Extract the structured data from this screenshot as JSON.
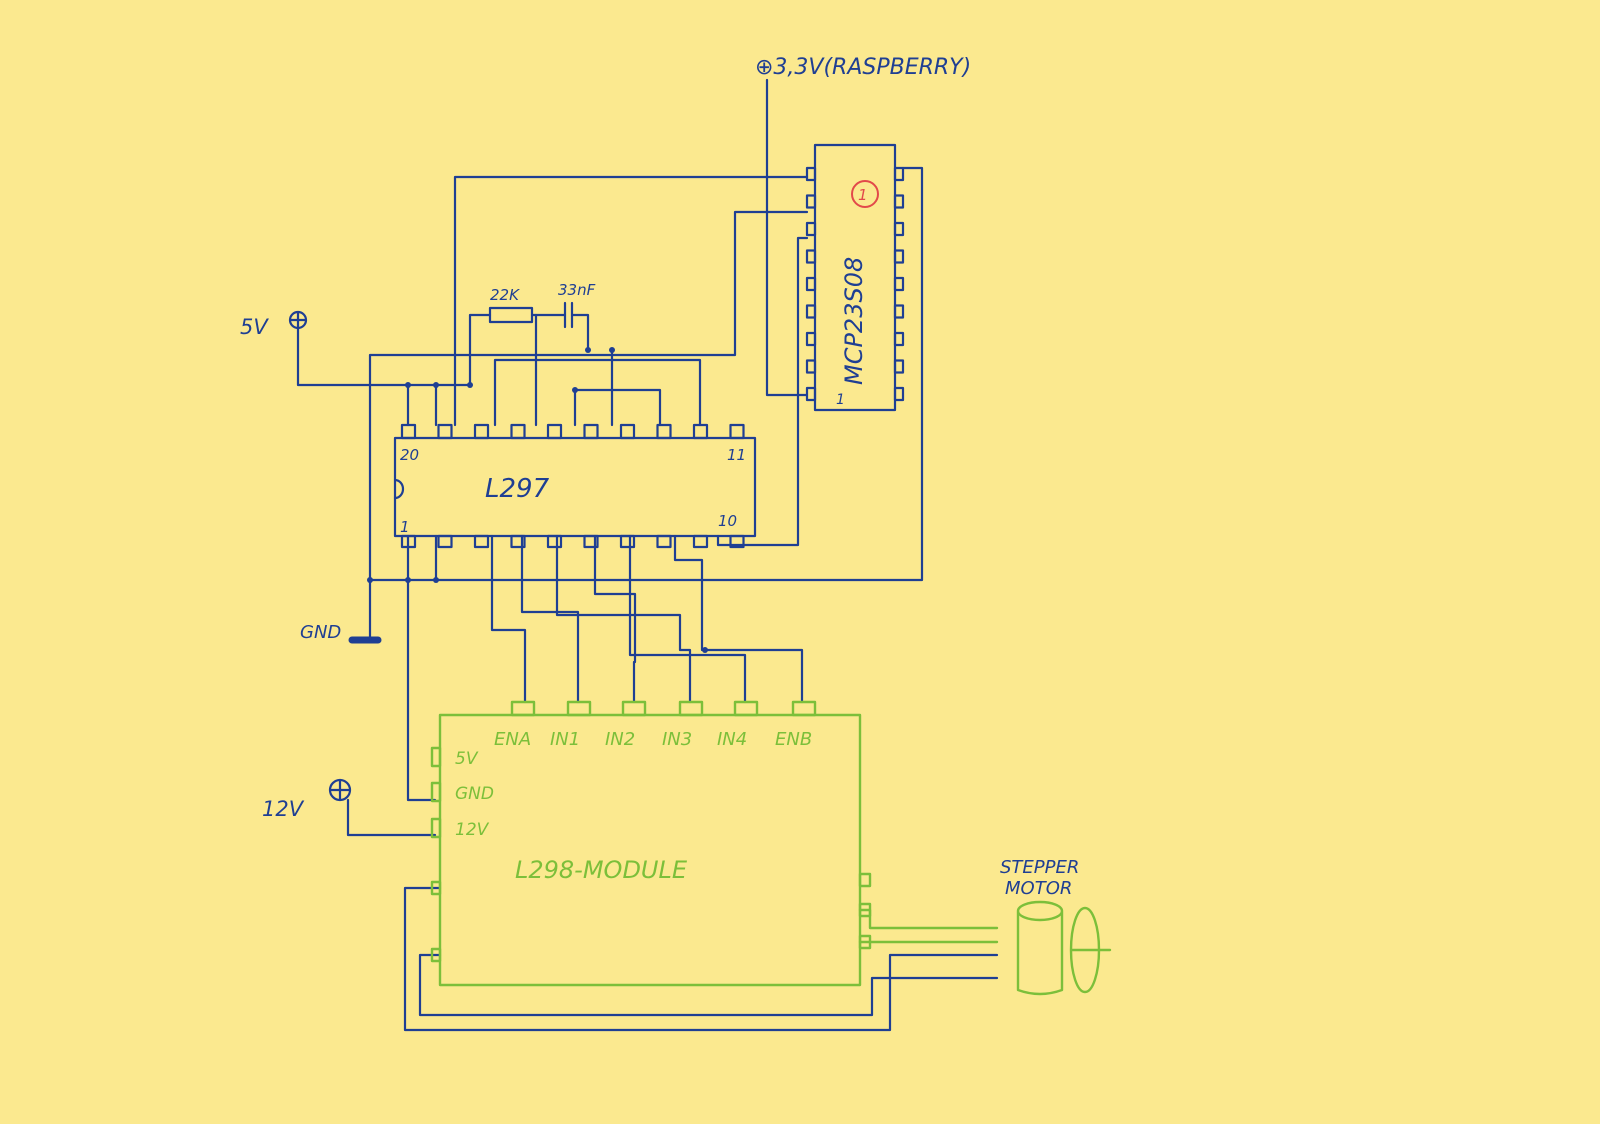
{
  "labels": {
    "rpi_supply": "⊕3,3V(RASPBERRY)",
    "supply_5v": "5V",
    "supply_12v": "12V",
    "gnd": "GND",
    "resistor": "22K",
    "capacitor": "33nF",
    "l297_name": "L297",
    "l297_pin20": "20",
    "l297_pin11": "11",
    "l297_pin1": "1",
    "l297_pin10": "10",
    "mcp_name": "MCP23S08",
    "mcp_addr": "1",
    "mcp_pin1": "1",
    "l298_name": "L298-MODULE",
    "l298_in": [
      "ENA",
      "IN1",
      "IN2",
      "IN3",
      "IN4",
      "ENB"
    ],
    "l298_pwr": [
      "5V",
      "GND",
      "12V"
    ],
    "motor": [
      "STEPPER",
      "MOTOR"
    ]
  },
  "colors": {
    "paper": "#fbe98f",
    "ink_blue": "#1f3f93",
    "ink_green": "#7cbf3a",
    "ink_red": "#e24a4a"
  }
}
